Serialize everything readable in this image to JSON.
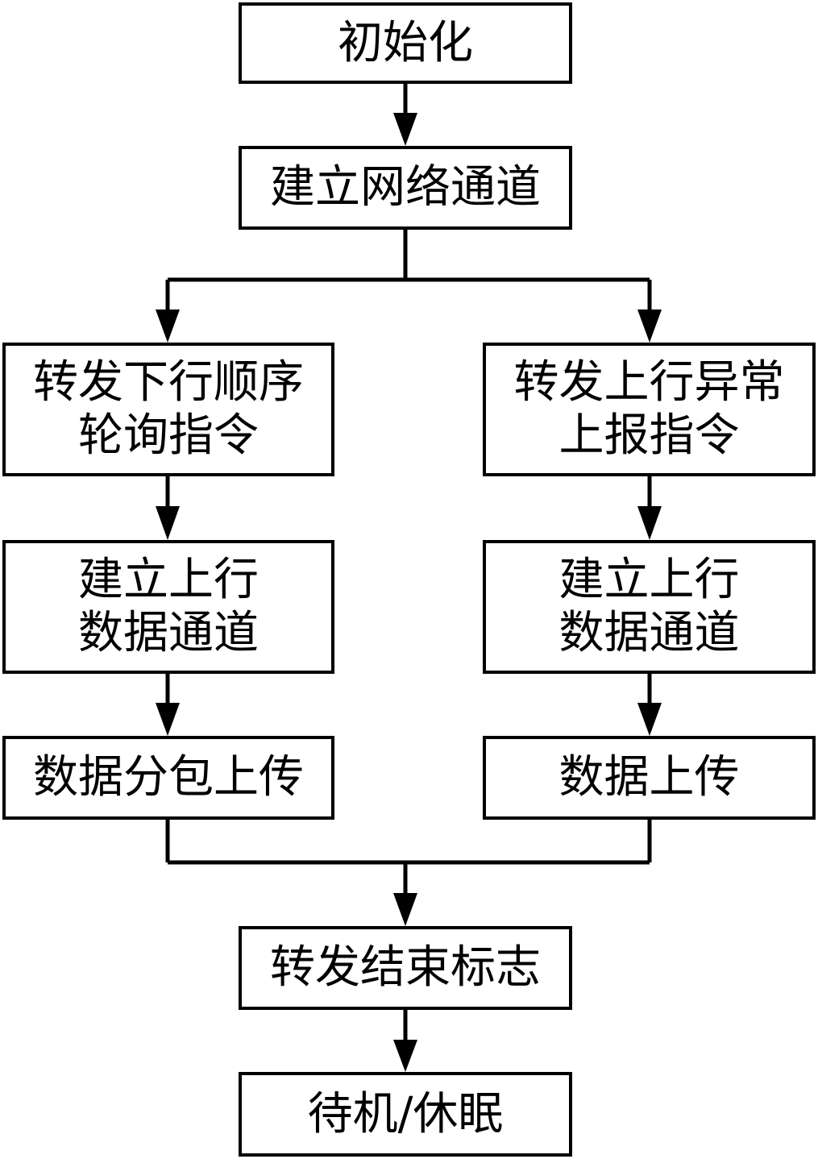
{
  "nodes": {
    "init": {
      "lines": [
        "初始化"
      ]
    },
    "network": {
      "lines": [
        "建立网络通道"
      ]
    },
    "poll": {
      "lines": [
        "转发下行顺序",
        "轮询指令"
      ]
    },
    "report": {
      "lines": [
        "转发上行异常",
        "上报指令"
      ]
    },
    "uplink_left": {
      "lines": [
        "建立上行",
        "数据通道"
      ]
    },
    "uplink_right": {
      "lines": [
        "建立上行",
        "数据通道"
      ]
    },
    "packet_upload": {
      "lines": [
        "数据分包上传"
      ]
    },
    "data_upload": {
      "lines": [
        "数据上传"
      ]
    },
    "end_flag": {
      "lines": [
        "转发结束标志"
      ]
    },
    "standby": {
      "lines": [
        "待机/休眠"
      ]
    }
  },
  "style": {
    "stroke_color": "#000000",
    "background_color": "#ffffff",
    "text_color": "#000000"
  }
}
